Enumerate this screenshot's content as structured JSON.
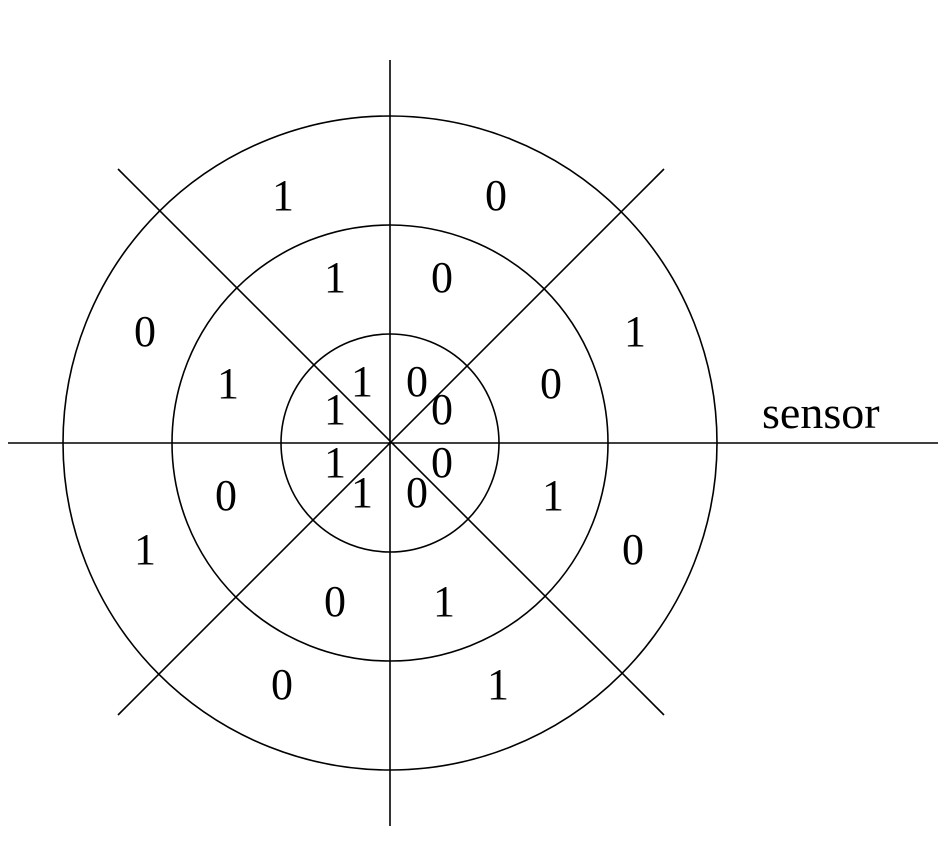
{
  "sensor_label": "sensor",
  "outer_ring": [
    "1",
    "0",
    "1",
    "0",
    "1",
    "0",
    "1",
    "0"
  ],
  "middle_ring": [
    "1",
    "0",
    "0",
    "1",
    "1",
    "0",
    "0",
    "1"
  ],
  "inner_ring": [
    "1",
    "0",
    "0",
    "0",
    "0",
    "1",
    "1",
    "1"
  ]
}
